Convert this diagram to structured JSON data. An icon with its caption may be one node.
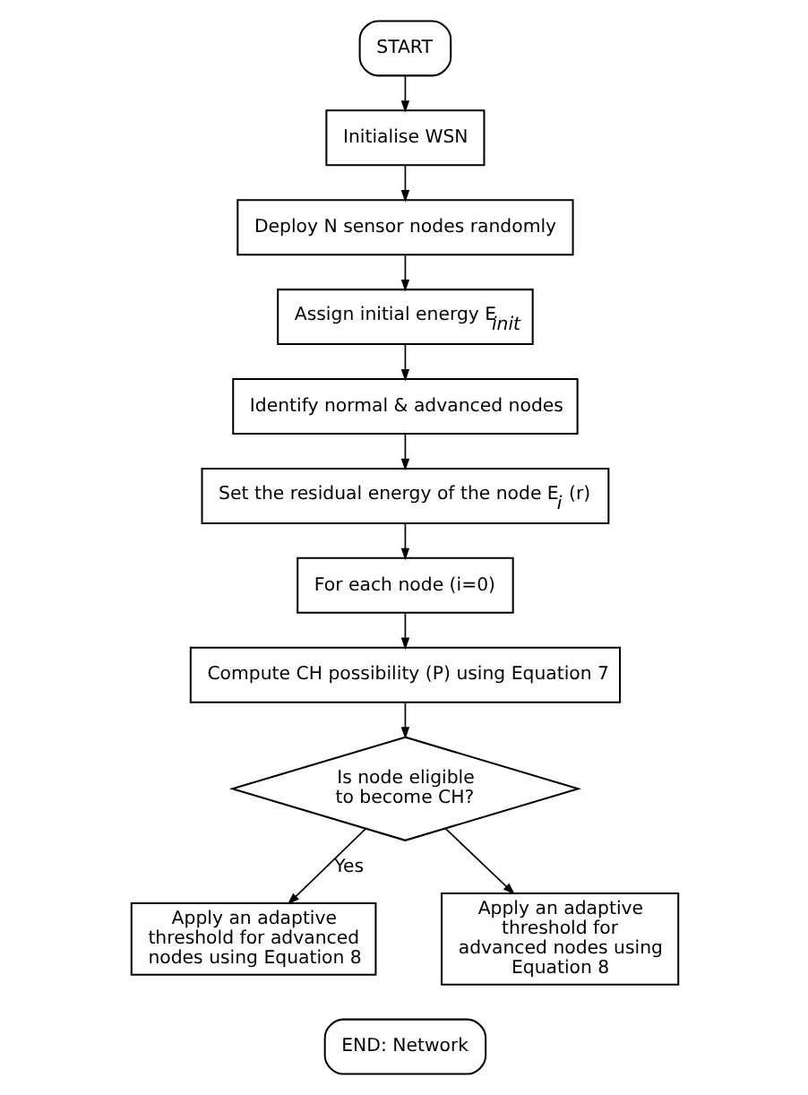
{
  "diagram": {
    "nodes": [
      {
        "text": [
          "START"
        ]
      },
      {
        "text": [
          "Initialise WSN"
        ]
      },
      {
        "text": [
          "Deploy N sensor nodes randomly"
        ]
      },
      {
        "text": [
          "Assign initial energy E$_{init}$"
        ]
      },
      {
        "text": [
          "Identify normal & advanced nodes"
        ]
      },
      {
        "text": [
          "Set the residual energy of the node E$_{i}$ (r)"
        ]
      },
      {
        "text": [
          "For each node (i=0)"
        ]
      },
      {
        "text": [
          "Compute CH possibility (P) using Equation 7"
        ]
      },
      {
        "text": [
          "Is node eligible to become CH?"
        ]
      },
      {
        "text": [
          "Apply an adaptive threshold for advanced nodes using Equation 8"
        ]
      },
      {
        "text": [
          "Apply an adaptive threshold for advanced nodes using Equation 8"
        ]
      },
      {
        "text": [
          "END: Network"
        ]
      }
    ],
    "edges": [
      {
        "from": 0,
        "to": 1,
        "arrow": "to"
      },
      {
        "from": 1,
        "to": 2,
        "arrow": "to"
      },
      {
        "from": 2,
        "to": 3,
        "arrow": "to"
      },
      {
        "from": 3,
        "to": 4,
        "arrow": "to"
      },
      {
        "from": 4,
        "to": 5,
        "arrow": "to"
      },
      {
        "from": 5,
        "to": 6,
        "arrow": "to"
      },
      {
        "from": 6,
        "to": 7,
        "arrow": "to"
      },
      {
        "from": 7,
        "to": 8,
        "arrow": "to"
      },
      {
        "from": 8,
        "to": 9,
        "arrow": "to",
        "label": "Yes"
      },
      {
        "from": 8,
        "to": 10,
        "arrow": "to"
      }
    ]
  }
}
